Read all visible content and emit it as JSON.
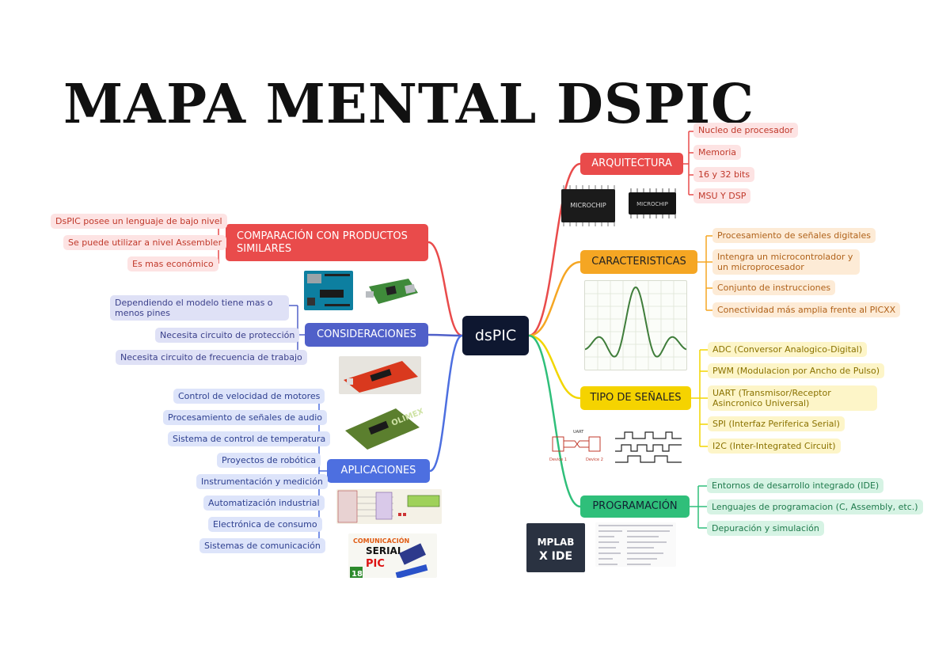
{
  "title": "MAPA MENTAL DSPIC",
  "center": "dsPIC",
  "colors": {
    "arquitectura": "#e94b4b",
    "caracteristicas": "#f5a623",
    "senales": "#f2d600",
    "programacion": "#2fbf7a",
    "comparacion": "#e94b4b",
    "consideraciones": "#5060c9",
    "aplicaciones": "#4d6fe0"
  },
  "branches": {
    "arquitectura": {
      "label": "ARQUITECTURA",
      "leaves": [
        "Nucleo de procesador",
        "Memoria",
        "16 y 32 bits",
        "MSU Y DSP"
      ]
    },
    "caracteristicas": {
      "label": "CARACTERISTICAS",
      "leaves": [
        "Procesamiento de señales digitales",
        "Intengra un microcontrolador y un microprocesador",
        "Conjunto de instrucciones",
        "Conectividad más amplia frente al PICXX"
      ]
    },
    "senales": {
      "label": "TIPO DE SEÑALES",
      "leaves": [
        "ADC (Conversor Analogico-Digital)",
        "PWM (Modulacion por Ancho de Pulso)",
        "UART (Transmisor/Receptor Asincronico Universal)",
        "SPI (Interfaz Periferica Serial)",
        "I2C (Inter-Integrated Circuit)"
      ]
    },
    "programacion": {
      "label": "PROGRAMACIÓN",
      "leaves": [
        "Entornos de desarrollo integrado (IDE)",
        "Lenguajes de programacion (C, Assembly, etc.)",
        "Depuración y simulación"
      ]
    },
    "comparacion": {
      "label": "COMPARACIÓN CON PRODUCTOS SIMILARES",
      "leaves": [
        "DsPIC posee un lenguaje de bajo nivel",
        "Se puede utilizar a nivel Assembler",
        "Es mas económico"
      ]
    },
    "consideraciones": {
      "label": "CONSIDERACIONES",
      "leaves": [
        "Dependiendo el modelo tiene mas o menos pines",
        "Necesita circuito de protección",
        "Necesita circuito de frecuencia de trabajo"
      ]
    },
    "aplicaciones": {
      "label": "APLICACIONES",
      "leaves": [
        "Control de velocidad de motores",
        "Procesamiento de señales de audio",
        "Sistema de control de temperatura",
        "Proyectos de robótica",
        "Instrumentación y medición",
        "Automatización industrial",
        "Electrónica de consumo",
        "Sistemas de comunicación"
      ]
    }
  },
  "images": {
    "chip_brand": "MICROCHIP",
    "uart_label": "UART",
    "device1": "Device 1",
    "device2": "Device 2",
    "mplab_line1": "MPLAB",
    "mplab_line2": "X IDE",
    "olimex": "OLIMEX",
    "serial_title": "COMUNICACIÓN",
    "serial_word": "SERIAL",
    "serial_pic": "PIC",
    "serial_num": "18"
  }
}
